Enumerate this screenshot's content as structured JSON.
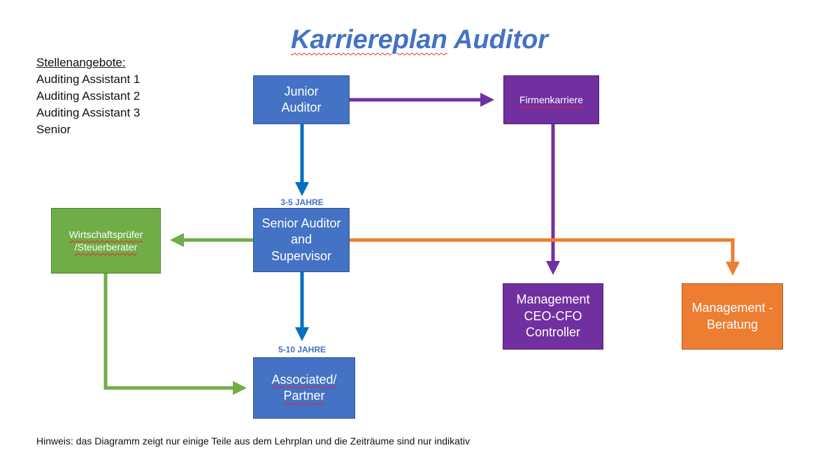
{
  "title": {
    "part1": "Karriereplan",
    "part2": "Auditor"
  },
  "openings": {
    "heading": "Stellenangebote:",
    "items": [
      "Auditing Assistant 1",
      "Auditing Assistant 2",
      "Auditing Assistant 3",
      "Senior"
    ]
  },
  "nodes": {
    "junior": "Junior Auditor",
    "senior": "Senior Auditor and Supervisor",
    "partner": "Associated/ Partner",
    "firm": "Firmenkarriere",
    "mgmt": "Management CEO-CFO Controller",
    "consult": "Management - Beratung",
    "wp": "Wirtschaftsprüfer /Steuerberater"
  },
  "durations": {
    "to_senior": "3-5 JAHRE",
    "to_partner": "5-10 JAHRE"
  },
  "note": "Hinweis: das Diagramm zeigt nur einige Teile aus dem Lehrplan und die Zeiträume sind nur indikativ",
  "colors": {
    "blue": "#4472C4",
    "arrow_blue": "#0070C0",
    "purple": "#7030A0",
    "green": "#70AD47",
    "orange": "#ED7D31"
  }
}
